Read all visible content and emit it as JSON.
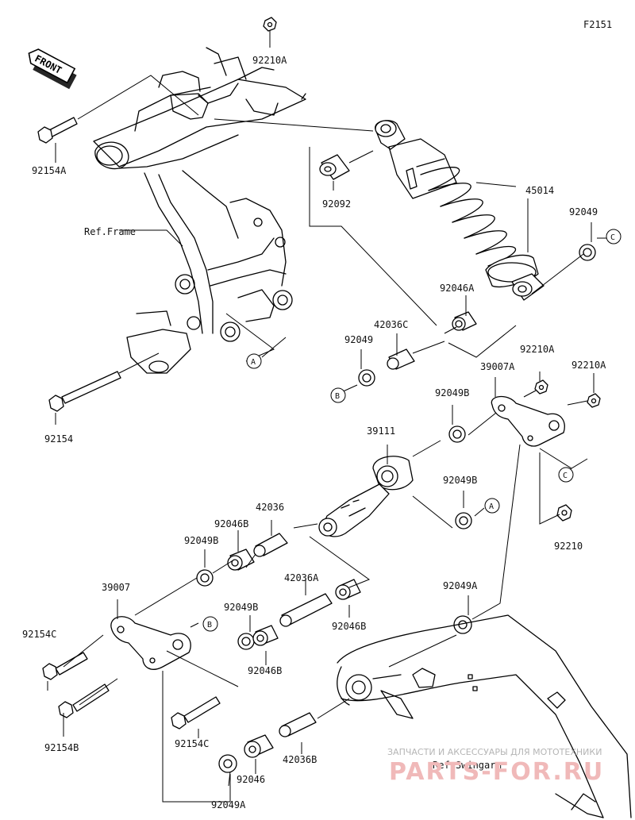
{
  "figure_id": "F2151",
  "front_badge": "FRONT",
  "refs": {
    "frame": "Ref.Frame",
    "swingarm": "Ref.Swingarm"
  },
  "callouts": {
    "a": "A",
    "b": "B",
    "c": "C"
  },
  "parts": {
    "p92210A_top": "92210A",
    "p92154A": "92154A",
    "p92092": "92092",
    "p45014": "45014",
    "p92049_right": "92049",
    "p92046A": "92046A",
    "p42036C": "42036C",
    "p92049_mid": "92049",
    "p92210A_1": "92210A",
    "p92210A_2": "92210A",
    "p39007A": "39007A",
    "p92049B_1": "92049B",
    "p92154": "92154",
    "p39111": "39111",
    "p92049B_2": "92049B",
    "p92210": "92210",
    "p42036": "42036",
    "p92046B_1": "92046B",
    "p92049B_3": "92049B",
    "p39007": "39007",
    "p42036A": "42036A",
    "p92046B_2": "92046B",
    "p92049B_4": "92049B",
    "p92049A_1": "92049A",
    "p92154C_1": "92154C",
    "p92046B_3": "92046B",
    "p92154B": "92154B",
    "p92154C_2": "92154C",
    "p42036B": "42036B",
    "p92046": "92046",
    "p92049A_2": "92049A"
  },
  "watermark": {
    "tagline": "ЗАПЧАСТИ И АКСЕССУАРЫ ДЛЯ МОТОТЕХНИКИ",
    "brand": "PARTS-FOR.RU"
  }
}
